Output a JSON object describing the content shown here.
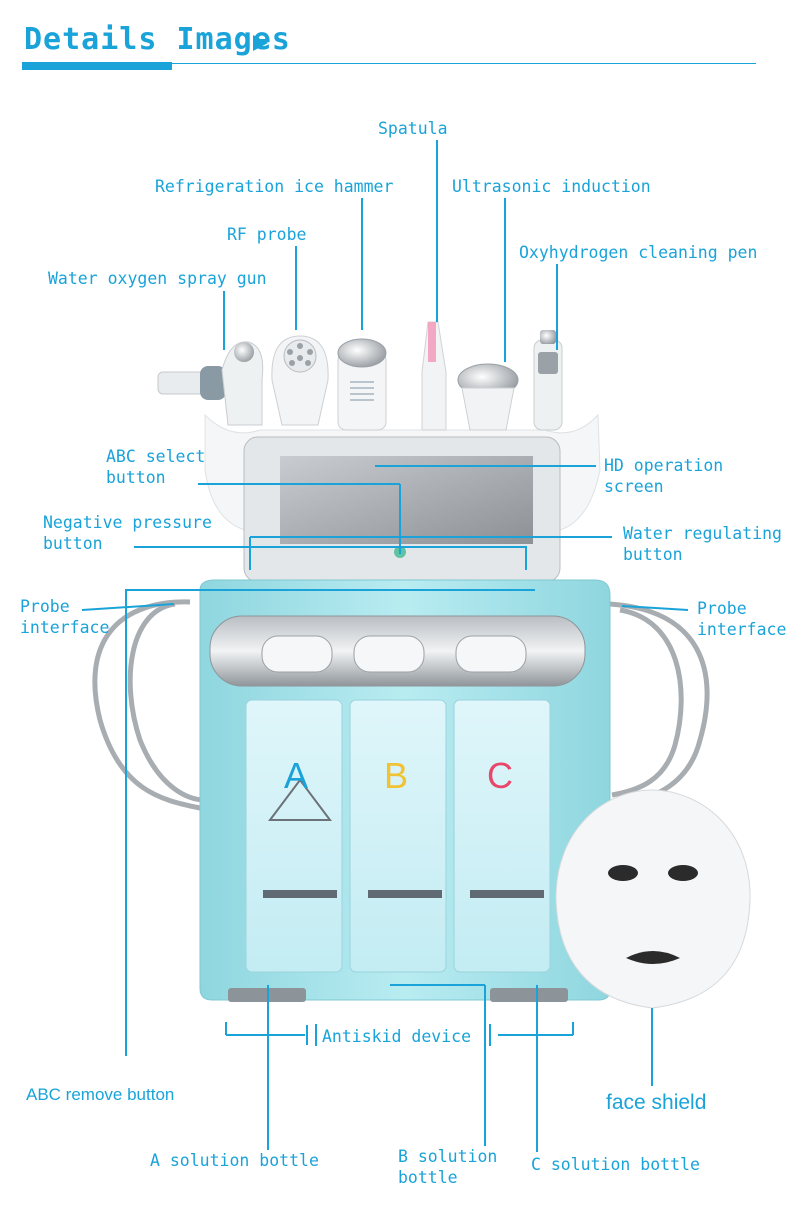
{
  "header": {
    "title": "Details Images"
  },
  "labels": {
    "spatula": "Spatula",
    "refrigeration_ice_hammer": "Refrigeration ice hammer",
    "ultrasonic_induction": "Ultrasonic induction",
    "rf_probe": "RF probe",
    "oxyhydrogen_cleaning_pen": "Oxyhydrogen cleaning pen",
    "water_oxygen_spray_gun": "Water oxygen spray gun",
    "abc_select_button": [
      "ABC select",
      "button"
    ],
    "hd_operation_screen": [
      "HD operation",
      "screen"
    ],
    "negative_pressure_button": [
      "Negative pressure",
      "button"
    ],
    "water_regulating_button": [
      "Water regulating",
      "button"
    ],
    "probe_interface_left": [
      "Probe",
      "interface"
    ],
    "probe_interface_right": [
      "Probe",
      "interface"
    ],
    "antiskid_device": "Antiskid device",
    "abc_remove_button": "ABC remove button",
    "face_shield": "face shield",
    "a_solution_bottle": "A solution bottle",
    "b_solution_bottle": [
      "B solution",
      "bottle"
    ],
    "c_solution_bottle": "C solution bottle"
  },
  "bottles": {
    "a": "A",
    "b": "B",
    "c": "C"
  },
  "colors": {
    "accent": "#1aa3d9",
    "device_body": "#a9e3ea",
    "bottle_a_letter": "#35b3e8",
    "bottle_b_letter": "#f1c232",
    "bottle_c_letter": "#e8476b"
  }
}
